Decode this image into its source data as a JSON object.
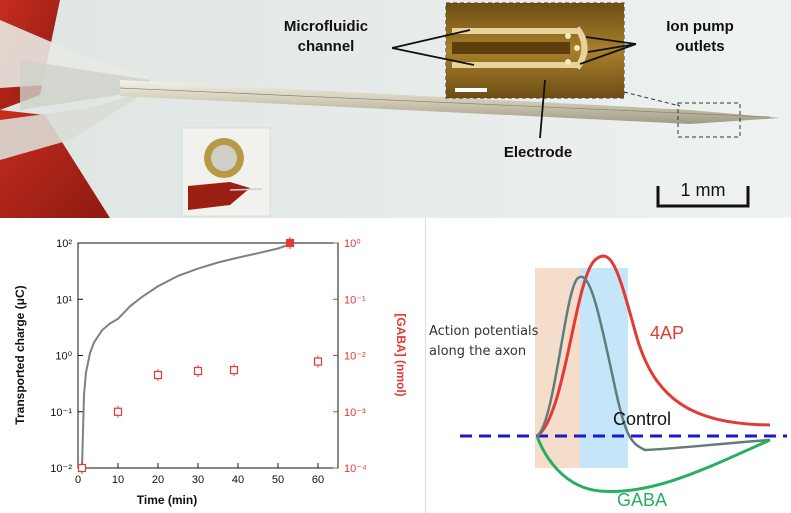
{
  "photo": {
    "labels": {
      "microfluidic_line1": "Microfluidic",
      "microfluidic_line2": "channel",
      "ion_pump_line1": "Ion pump",
      "ion_pump_line2": "outlets",
      "electrode": "Electrode",
      "scale": "1 mm"
    }
  },
  "chart_data": [
    {
      "type": "scatter",
      "xlabel": "Time (min)",
      "ylabel": "Transported charge (μC)",
      "ylabel_right": "[GABA] (nmol)",
      "xlim": [
        0,
        65
      ],
      "ylim": [
        0.01,
        100
      ],
      "ylim_right": [
        0.0001,
        1
      ],
      "yscale": "log",
      "x_ticks": [
        "0",
        "10",
        "20",
        "30",
        "40",
        "50",
        "60"
      ],
      "y_ticks": [
        "10⁻²",
        "10⁻¹",
        "10⁰",
        "10¹",
        "10²"
      ],
      "y_ticks_right": [
        "10⁻⁴",
        "10⁻³",
        "10⁻²",
        "10⁻¹",
        "10⁰"
      ],
      "series": [
        {
          "color": "#808080",
          "x": [
            1,
            1.5,
            2,
            3,
            4,
            6,
            8,
            10,
            13,
            16,
            20,
            25,
            30,
            35,
            40,
            45,
            50,
            53
          ],
          "y": [
            0.01,
            0.2,
            0.5,
            1.1,
            1.7,
            2.8,
            3.7,
            4.5,
            7.5,
            11,
            17,
            26,
            35,
            45,
            55,
            66,
            80,
            95
          ]
        },
        {
          "color": "#e53935",
          "marker": "open-square",
          "x": [
            1,
            10,
            20,
            30,
            39,
            53,
            60
          ],
          "y": [
            0.0001,
            0.001,
            0.0045,
            0.0053,
            0.0055,
            1,
            0.0078
          ]
        }
      ]
    },
    {
      "type": "line",
      "series": [
        {
          "name": "4AP",
          "color": "#e53935"
        },
        {
          "name": "Control",
          "color": "#607d7d"
        },
        {
          "name": "GABA",
          "color": "#27ae60"
        }
      ],
      "annotations": [
        "Action potentials",
        "along the axon"
      ]
    }
  ]
}
